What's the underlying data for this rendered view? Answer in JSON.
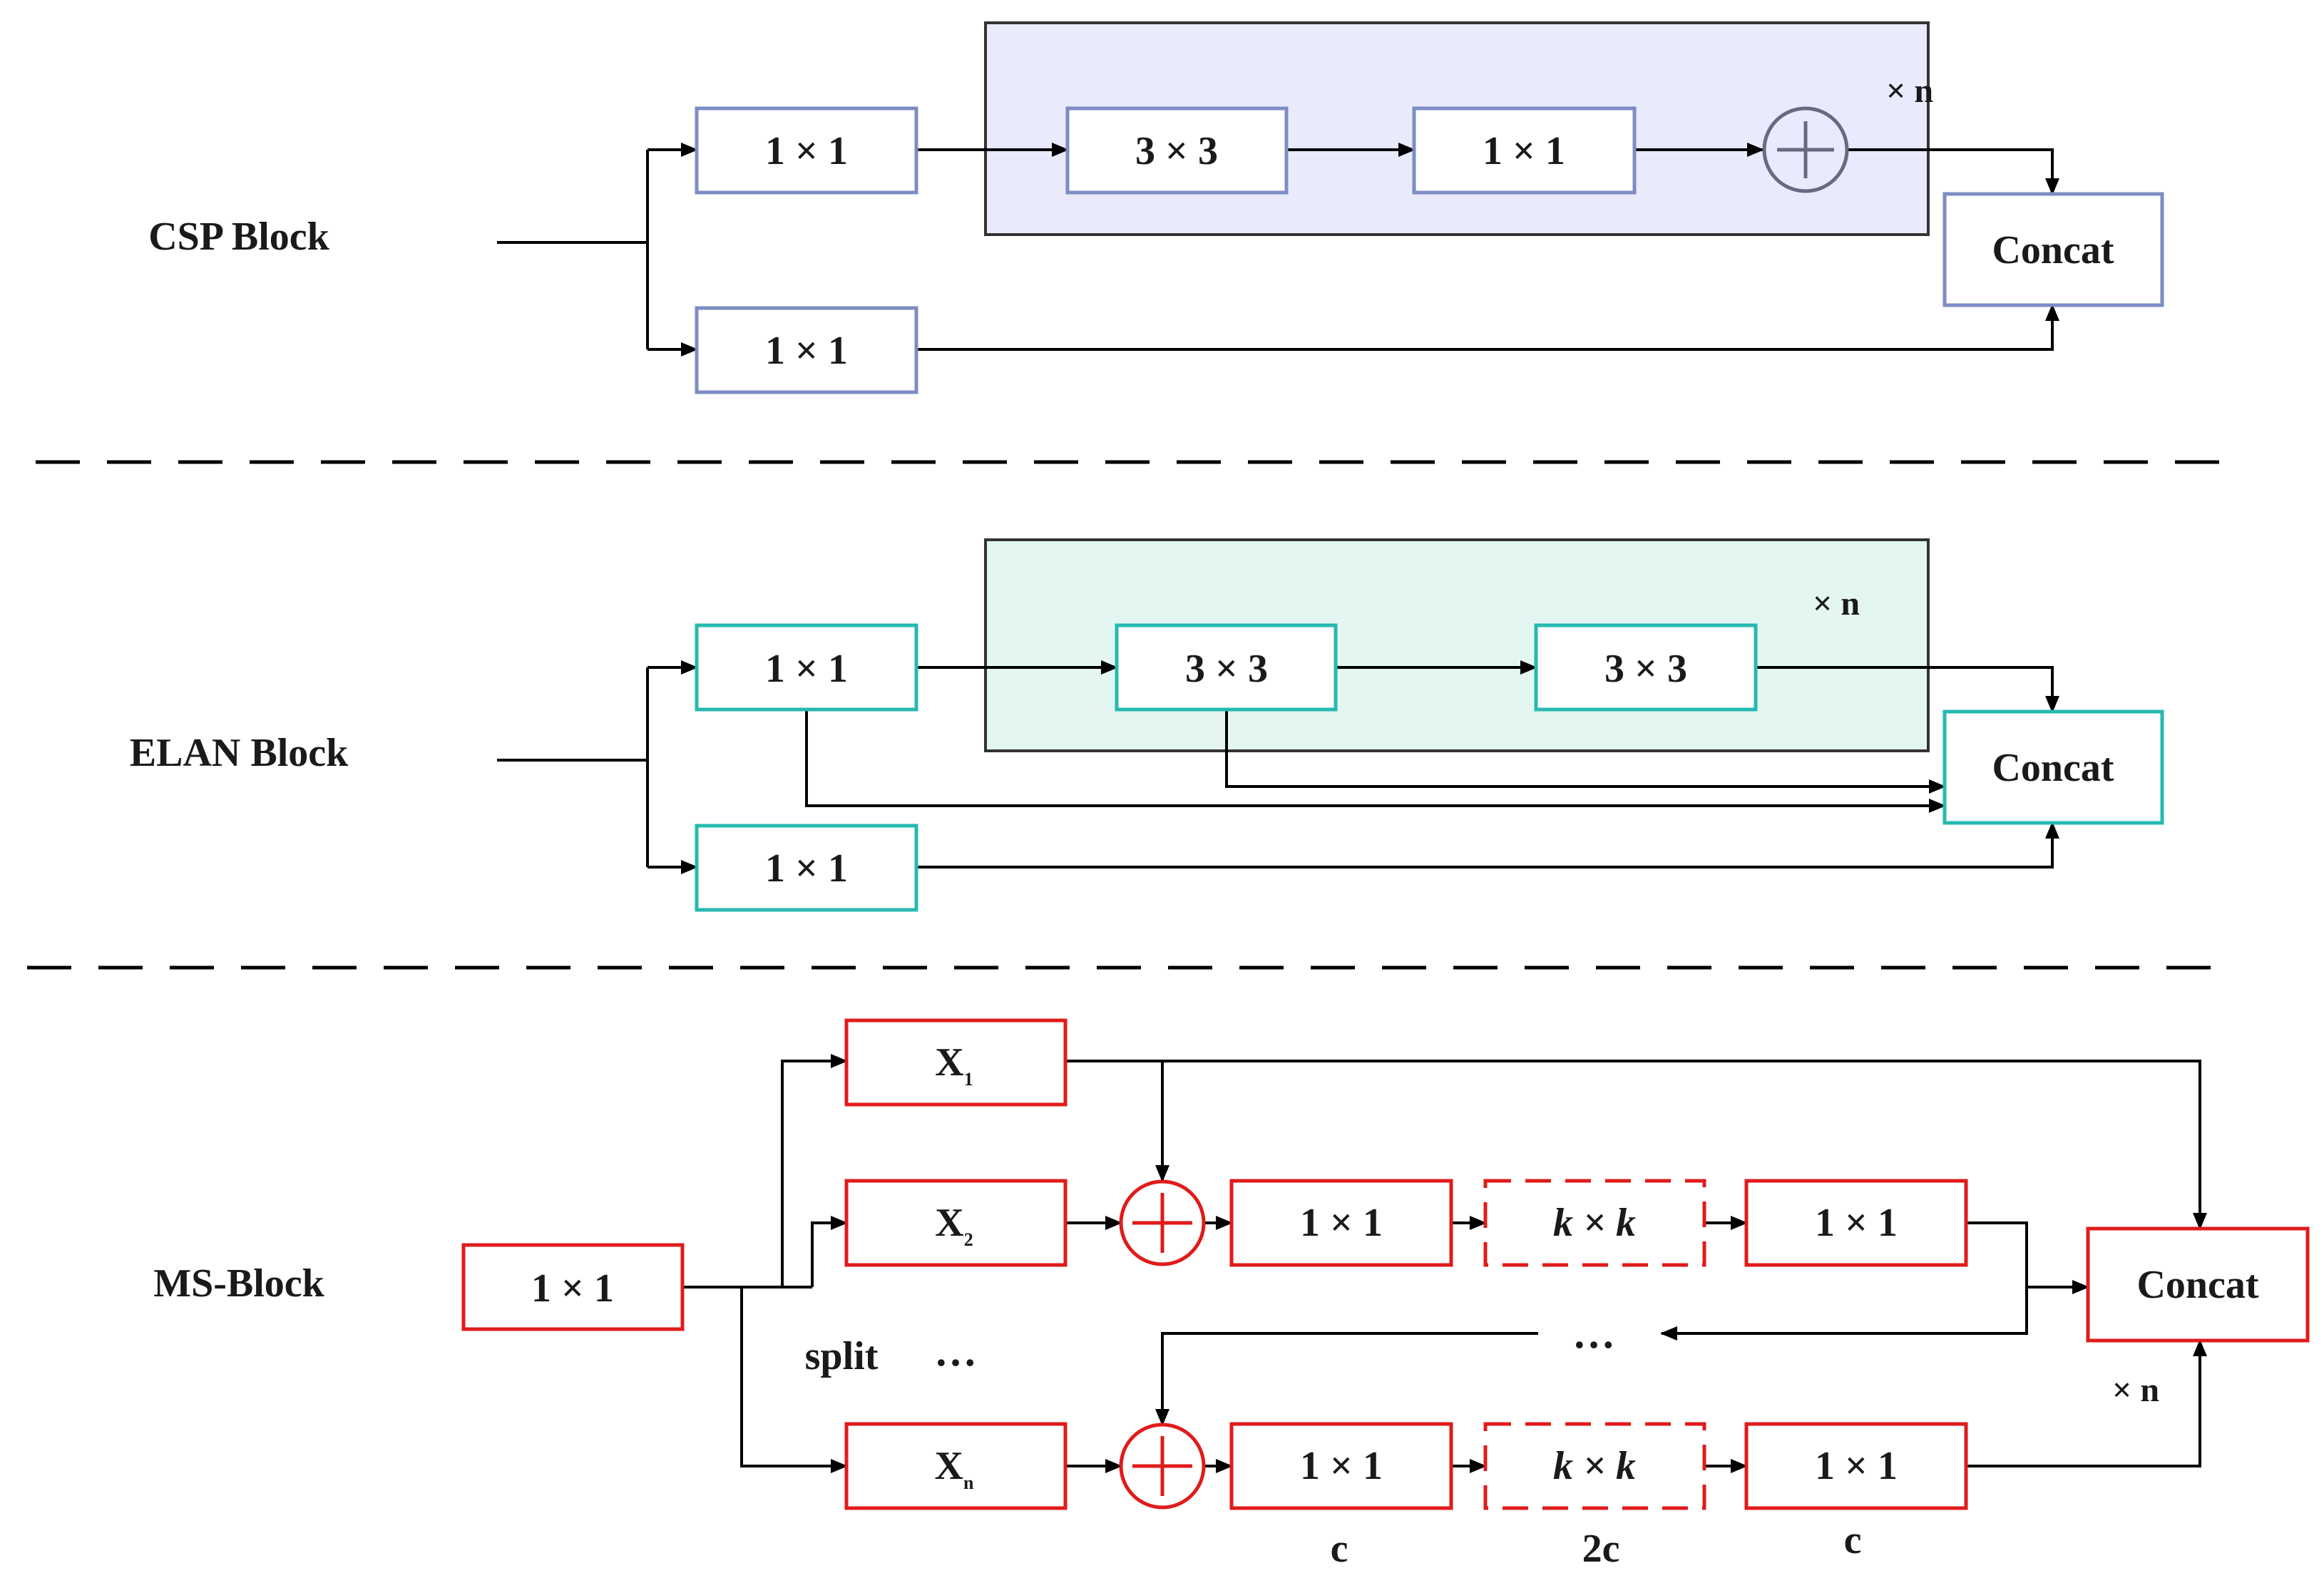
{
  "colors": {
    "csp_box": "#7d8cc4",
    "csp_panel_fill": "#e9eafc",
    "elan_box": "#26b9b0",
    "elan_panel_fill": "#e3f6f2",
    "ms_box": "#e01b1b",
    "panel_border": "#333333",
    "plus_csp": "#666a80",
    "plus_ms": "#e01b1b"
  },
  "csp": {
    "label": "CSP Block",
    "conv_in_top": "1 × 1",
    "conv_in_bottom": "1 × 1",
    "conv_3x3": "3 × 3",
    "conv_1x1": "1 × 1",
    "repeat": "× n",
    "concat": "Concat"
  },
  "elan": {
    "label": "ELAN Block",
    "conv_in_top": "1 × 1",
    "conv_in_bottom": "1 × 1",
    "conv_3x3_a": "3 × 3",
    "conv_3x3_b": "3 × 3",
    "repeat": "× n",
    "concat": "Concat"
  },
  "ms": {
    "label": "MS-Block",
    "conv_in": "1 × 1",
    "x1": "X",
    "x1_sub": "1",
    "x2": "X",
    "x2_sub": "2",
    "xn": "X",
    "xn_sub": "n",
    "split": "split",
    "ellipsis_left": "…",
    "ellipsis_mid": "…",
    "row2": {
      "conv_a": "1 × 1",
      "conv_k": "k × k",
      "conv_b": "1 × 1"
    },
    "rown": {
      "conv_a": "1 × 1",
      "conv_k": "k × k",
      "conv_b": "1 × 1"
    },
    "channels": {
      "c1": "c",
      "c2": "2c",
      "c3": "c"
    },
    "repeat": "× n",
    "concat": "Concat"
  }
}
